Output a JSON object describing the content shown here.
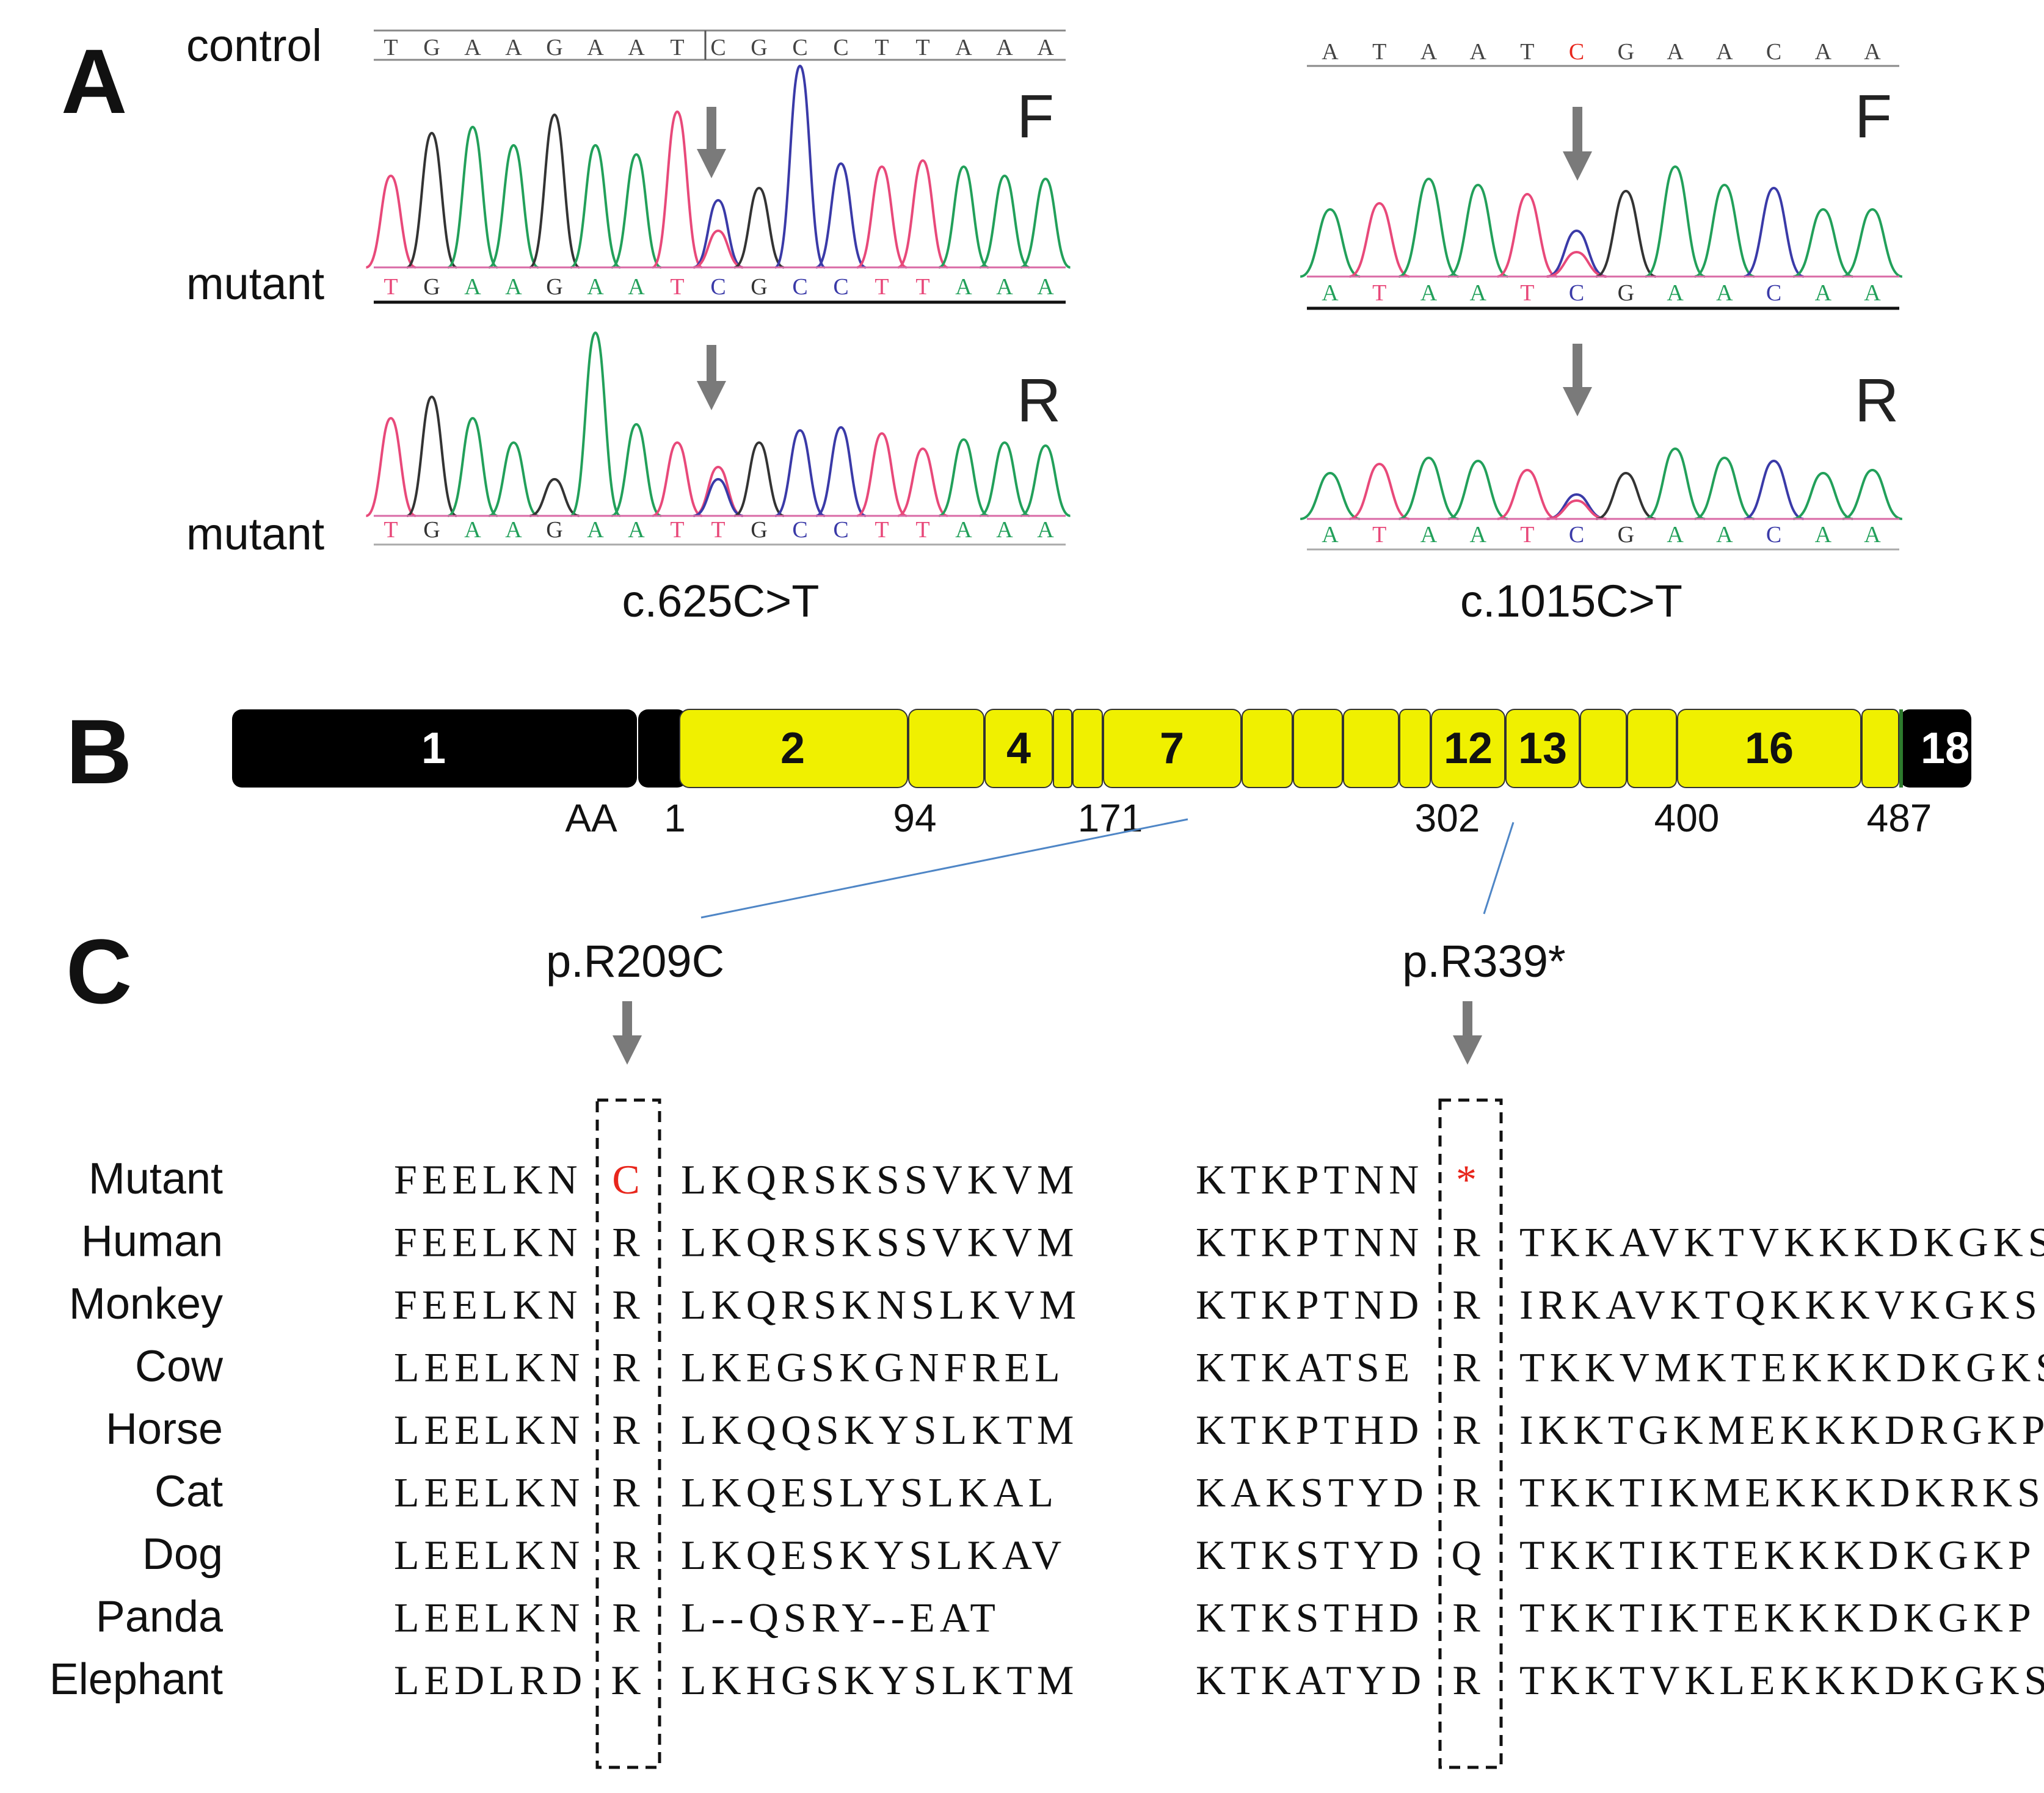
{
  "panels": {
    "a": {
      "letter": "A",
      "left": {
        "control_label": "control",
        "control_seq": [
          "T",
          "G",
          "A",
          "A",
          "G",
          "A",
          "A",
          "T",
          "C",
          "G",
          "C",
          "C",
          "T",
          "T",
          "A",
          "A",
          "A"
        ],
        "forward_label": "mutant",
        "forward_seq": [
          "T",
          "G",
          "A",
          "A",
          "G",
          "A",
          "A",
          "T",
          "C",
          "G",
          "C",
          "C",
          "T",
          "T",
          "A",
          "A",
          "A"
        ],
        "reverse_label": "mutant",
        "reverse_seq": [
          "T",
          "G",
          "A",
          "A",
          "G",
          "A",
          "A",
          "T",
          "T",
          "G",
          "C",
          "C",
          "T",
          "T",
          "A",
          "A",
          "A"
        ],
        "f_mark": "F",
        "r_mark": "R",
        "caption": "c.625C>T"
      },
      "right": {
        "control_seq": [
          "A",
          "T",
          "A",
          "A",
          "T",
          "C",
          "G",
          "A",
          "A",
          "C",
          "A",
          "A"
        ],
        "forward_seq": [
          "A",
          "T",
          "A",
          "A",
          "T",
          "C",
          "G",
          "A",
          "A",
          "C",
          "A",
          "A"
        ],
        "reverse_seq": [
          "A",
          "T",
          "A",
          "A",
          "T",
          "C",
          "G",
          "A",
          "A",
          "C",
          "A",
          "A"
        ],
        "f_mark": "F",
        "r_mark": "R",
        "caption": "c.1015C>T"
      }
    },
    "b": {
      "letter": "B",
      "exon_labels": [
        "1",
        "2",
        "4",
        "7",
        "12",
        "13",
        "16",
        "18"
      ],
      "aa_label": "AA",
      "aa_ticks": [
        "1",
        "94",
        "171",
        "302",
        "400",
        "487"
      ]
    },
    "c": {
      "letter": "C",
      "mutation_left": "p.R209C",
      "mutation_right": "p.R339*",
      "rows": [
        {
          "species": "Mutant",
          "l1": "FEELKN",
          "l2": "C",
          "l3": "LKQRSKSSVKVM",
          "r1": "KTKPTNN",
          "r2": "*",
          "r3": ""
        },
        {
          "species": "Human",
          "l1": "FEELKN",
          "l2": "R",
          "l3": "LKQRSKSSVKVM",
          "r1": "KTKPTNN",
          "r2": "R",
          "r3": "TKKAVKTVKKKDKGKS"
        },
        {
          "species": "Monkey",
          "l1": "FEELKN",
          "l2": "R",
          "l3": "LKQRSKNSLKVM",
          "r1": "KTKPTND",
          "r2": "R",
          "r3": "IRKAVKTQKKKVKGKS"
        },
        {
          "species": "Cow",
          "l1": "LEELKN",
          "l2": "R",
          "l3": "LKEGSKGNFREL",
          "r1": "KTKATSE",
          "r2": "R",
          "r3": "TKKVMKTEKKKDKGKS"
        },
        {
          "species": "Horse",
          "l1": "LEELKN",
          "l2": "R",
          "l3": "LKQQSKYSLKTM",
          "r1": "KTKPTHD",
          "r2": "R",
          "r3": "IKKTGKMEKKKDRGKP"
        },
        {
          "species": "Cat",
          "l1": "LEELKN",
          "l2": "R",
          "l3": "LKQESLYSLKAL",
          "r1": "KAKSTYD",
          "r2": "R",
          "r3": "TKKTIKMEKKKDKRKS"
        },
        {
          "species": "Dog",
          "l1": "LEELKN",
          "l2": "R",
          "l3": "LKQESKYSLKAV",
          "r1": "KTKSTYD",
          "r2": "Q",
          "r3": "TKKTIKTEKKKDKGKP"
        },
        {
          "species": "Panda",
          "l1": "LEELKN",
          "l2": "R",
          "l3": "L--QSRY--EAT",
          "r1": "KTKSTHD",
          "r2": "R",
          "r3": "TKKTIKTEKKKDKGKP"
        },
        {
          "species": "Elephant",
          "l1": "LEDLRD",
          "l2": "K",
          "l3": "LKHGSKYSLKTM",
          "r1": "KTKATYD",
          "r2": "R",
          "r3": "TKKTVKLEKKKDKGKS"
        }
      ]
    }
  },
  "colors": {
    "base_A": "#22a05a",
    "base_C": "#3a3aa8",
    "base_G": "#333333",
    "base_T": "#e8497a",
    "mutation_red": "#e8261c",
    "exon_black": "#000000",
    "exon_yellow": "#f0f000",
    "arrow_gray": "#7a7a7a",
    "connector_blue": "#4f86c6"
  }
}
